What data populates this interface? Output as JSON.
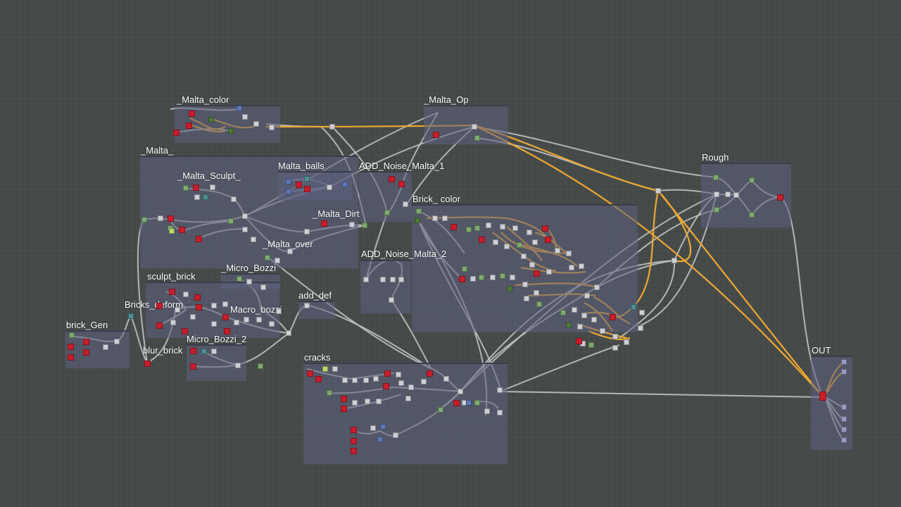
{
  "frames": [
    {
      "label": "_Malta_color"
    },
    {
      "label": "_Malta_Op"
    },
    {
      "label": "_Malta_"
    },
    {
      "label": "_Malta_Sculpt_"
    },
    {
      "label": "Malta_balls"
    },
    {
      "label": "ADD_Noise_Malta_1"
    },
    {
      "label": "Brick_ color"
    },
    {
      "label": "_Malta_Dirt"
    },
    {
      "label": "_Malta_over"
    },
    {
      "label": "ADD_Noise_Malta_2"
    },
    {
      "label": "_Micro_Bozzi"
    },
    {
      "label": "sculpt_brick"
    },
    {
      "label": "Bricks_deform"
    },
    {
      "label": "Macro_bozzi"
    },
    {
      "label": "add_def"
    },
    {
      "label": "brick_Gen"
    },
    {
      "label": "Micro_Bozzi_2"
    },
    {
      "label": "blur_brick"
    },
    {
      "label": "cracks"
    },
    {
      "label": "Rough"
    },
    {
      "label": "OUT"
    }
  ],
  "colors": {
    "canvas": "#474c4b",
    "frame": "#5c6080",
    "wire": "#c8c8c8",
    "wire_active": "#f0a830",
    "node_red": "#c81e2a",
    "node_gray": "#cfcfd6",
    "node_green": "#7faa6f",
    "node_teal": "#4f8f94",
    "node_blue": "#5f77b8"
  }
}
